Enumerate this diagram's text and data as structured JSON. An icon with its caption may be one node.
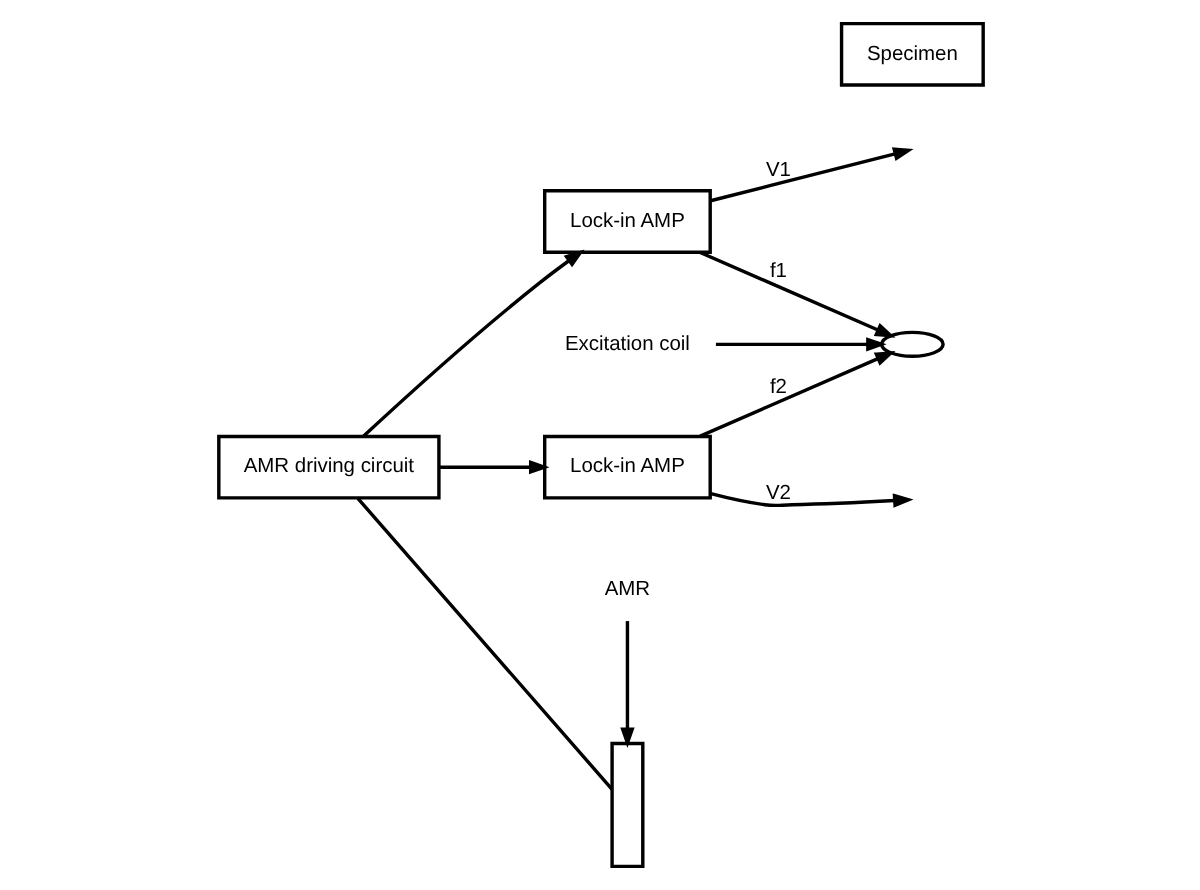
{
  "diagram": {
    "nodes": [
      {
        "text": [
          "AMR driving circuit"
        ]
      },
      {
        "text": [
          "Lock-in AMP"
        ]
      },
      {
        "text": [
          "Lock-in AMP"
        ]
      },
      {
        "text": [],
        "shape": "box"
      },
      {
        "text": [],
        "shape": "ellipse"
      },
      {
        "text": [
          "Specimen"
        ]
      },
      {
        "text": [
          "AMR"
        ]
      },
      {
        "text": [
          "Excitation coil"
        ]
      }
    ],
    "edges": [
      {
        "from": 0,
        "to": 1,
        "arrow": "to"
      },
      {
        "from": 0,
        "to": 2,
        "arrow": "to"
      },
      {
        "from": 1,
        "to": null,
        "arrow": "to",
        "label": "V1"
      },
      {
        "from": 2,
        "to": null,
        "arrow": "to",
        "label": "V2"
      },
      {
        "from": 1,
        "to": 4,
        "arrow": "to",
        "label": "f1"
      },
      {
        "from": 2,
        "to": 4,
        "arrow": "to",
        "label": "f2"
      },
      {
        "from": 0,
        "to": 3,
        "arrow": "none"
      },
      {
        "from": 6,
        "to": 3,
        "arrow": "to"
      },
      {
        "from": 7,
        "to": 4,
        "arrow": "to"
      }
    ]
  }
}
